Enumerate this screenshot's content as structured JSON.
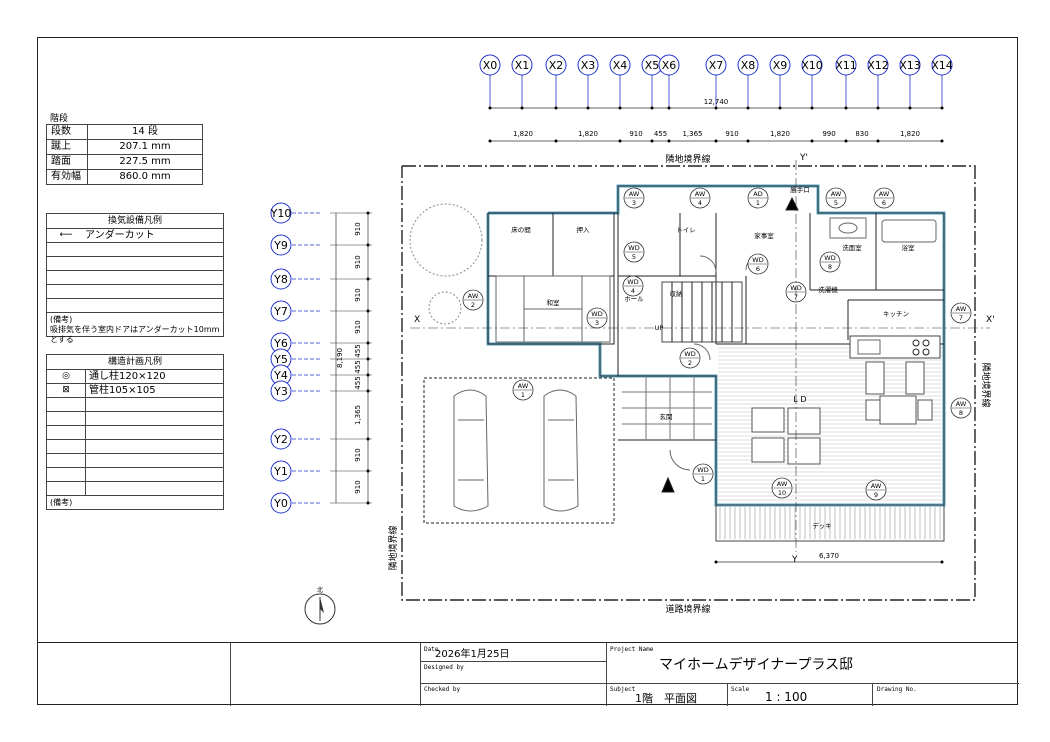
{
  "stairs": {
    "caption": "階段",
    "rows": [
      {
        "label": "段数",
        "value": "14 段"
      },
      {
        "label": "蹴上",
        "value": "207.1 mm"
      },
      {
        "label": "踏面",
        "value": "227.5 mm"
      },
      {
        "label": "有効幅",
        "value": "860.0 mm"
      }
    ]
  },
  "vent_legend": {
    "title": "換気設備凡例",
    "items": [
      {
        "symbol": "⟵",
        "label": "アンダーカット"
      }
    ],
    "note_title": "(備考)",
    "note": "吸排気を伴う室内ドアはアンダーカット10mmとする"
  },
  "struct_legend": {
    "title": "構造計画凡例",
    "items": [
      {
        "symbol": "◎",
        "label": "通し柱120×120"
      },
      {
        "symbol": "⊠",
        "label": "管柱105×105"
      }
    ],
    "note_title": "(備考)"
  },
  "grid": {
    "x_labels": [
      "X0",
      "X1",
      "X2",
      "X3",
      "X4",
      "X5",
      "X6",
      "X7",
      "X8",
      "X9",
      "X10",
      "X11",
      "X12",
      "X13",
      "X14"
    ],
    "y_labels": [
      "Y10",
      "Y9",
      "Y8",
      "Y7",
      "Y6",
      "Y5",
      "Y4",
      "Y3",
      "Y2",
      "Y1",
      "Y0"
    ],
    "total_x": "12,740",
    "x_dims": [
      "1,820",
      "1,820",
      "910",
      "455",
      "1,365",
      "910",
      "1,820",
      "990",
      "830",
      "1,820"
    ],
    "total_y": "8,190",
    "y_dims": [
      "910",
      "910",
      "910",
      "910",
      "455",
      "455",
      "455",
      "1,365",
      "910",
      "910"
    ],
    "bottom_dim": "6,370"
  },
  "rooms": {
    "tokonoma": "床の間",
    "oshiire": "押入",
    "washitsu": "和室",
    "toilet": "トイレ",
    "study": "家事室",
    "washroom": "洗面室",
    "bath": "浴室",
    "storage": "収納",
    "hall": "ホール",
    "kitchen": "キッチン",
    "entrance": "玄関",
    "ld": "L D",
    "deck": "デッキ",
    "kitchen_door": "勝手口",
    "up": "UP",
    "washer": "洗濯機"
  },
  "boundaries": {
    "top": "隣地境界線",
    "right": "隣地境界線",
    "left": "隣地境界線",
    "bottom": "道路境界線"
  },
  "section_marks": {
    "x": "X",
    "x2": "X'",
    "y": "Y",
    "y2": "Y'"
  },
  "north": "北",
  "fittings": [
    {
      "t": "AW",
      "n": "3"
    },
    {
      "t": "AW",
      "n": "4"
    },
    {
      "t": "AD",
      "n": "1"
    },
    {
      "t": "AW",
      "n": "5"
    },
    {
      "t": "AW",
      "n": "6"
    },
    {
      "t": "WD",
      "n": "5"
    },
    {
      "t": "WD",
      "n": "6"
    },
    {
      "t": "WD",
      "n": "8"
    },
    {
      "t": "WD",
      "n": "4"
    },
    {
      "t": "WD",
      "n": "7"
    },
    {
      "t": "AW",
      "n": "2"
    },
    {
      "t": "WD",
      "n": "3"
    },
    {
      "t": "AW",
      "n": "7"
    },
    {
      "t": "WD",
      "n": "2"
    },
    {
      "t": "AW",
      "n": "1"
    },
    {
      "t": "AW",
      "n": "8"
    },
    {
      "t": "WD",
      "n": "1"
    },
    {
      "t": "AW",
      "n": "10"
    },
    {
      "t": "AW",
      "n": "9"
    }
  ],
  "titleblock": {
    "date_label": "Date",
    "date": "2026年1月25日",
    "designed_label": "Designed by",
    "checked_label": "Checked by",
    "project_label": "Project Name",
    "project": "マイホームデザイナープラス邸",
    "subject_label": "Subject",
    "subject": "1階　平面図",
    "scale_label": "Scale",
    "scale": "1 : 100",
    "drawing_label": "Drawing No."
  }
}
